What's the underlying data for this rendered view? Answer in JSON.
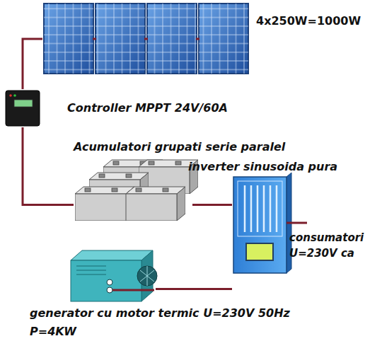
{
  "diagram": {
    "nodes": [
      {
        "text": [
          "4x250W=1000W"
        ]
      },
      {
        "text": [
          "Controller MPPT 24V/60A"
        ]
      },
      {
        "text": [
          "Acumulatori grupati serie paralel"
        ]
      },
      {
        "text": [
          "inverter sinusoida pura"
        ]
      },
      {
        "text": [
          "generator cu motor termic U=230V 50Hz P=4KW"
        ]
      }
    ],
    "edges": [
      {
        "from": 0,
        "to": 1,
        "arrow": "none"
      },
      {
        "from": 1,
        "to": 2,
        "arrow": "none"
      },
      {
        "from": 2,
        "to": 3,
        "arrow": "none"
      },
      {
        "from": 4,
        "to": 3,
        "arrow": "none"
      }
    ],
    "labels": [
      "consumatori U=230V ca"
    ]
  }
}
